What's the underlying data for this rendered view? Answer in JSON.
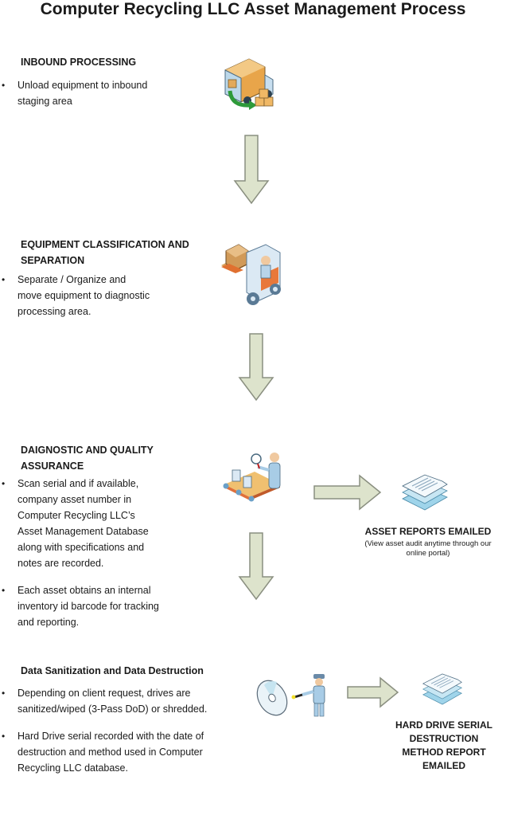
{
  "title": "Computer Recycling LLC Asset Management Process",
  "colors": {
    "arrow_fill": "#dde3cc",
    "arrow_stroke": "#8a8f80",
    "text": "#1a1a1a"
  },
  "steps": [
    {
      "heading": "INBOUND PROCESSING",
      "icon": "delivery-truck-icon",
      "bullets": [
        "Unload equipment to inbound staging area"
      ]
    },
    {
      "heading": "EQUIPMENT CLASSIFICATION AND SEPARATION",
      "icon": "forklift-icon",
      "bullets": [
        "Separate / Organize and move equipment to diagnostic processing area."
      ]
    },
    {
      "heading": "DAIGNOSTIC AND QUALITY ASSURANCE",
      "icon": "conveyor-inspection-icon",
      "bullets": [
        "Scan serial and if available, company asset number in Computer Recycling LLC’s Asset Management Database along with specifications and notes are recorded.",
        "Each asset obtains an internal inventory id barcode for tracking and reporting."
      ],
      "output": {
        "icon": "document-stack-icon",
        "label": "ASSET REPORTS EMAILED",
        "note": "(View asset audit anytime through our online portal)"
      }
    },
    {
      "heading": "Data Sanitization and Data Destruction",
      "icon": "disk-officer-icon",
      "bullets": [
        "Depending on client request, drives are sanitized/wiped (3-Pass DoD) or shredded.",
        "Hard Drive serial recorded with the date of destruction and method used in Computer Recycling LLC database."
      ],
      "output": {
        "icon": "document-stack-icon",
        "label": "HARD DRIVE SERIAL DESTRUCTION METHOD REPORT EMAILED"
      }
    }
  ]
}
